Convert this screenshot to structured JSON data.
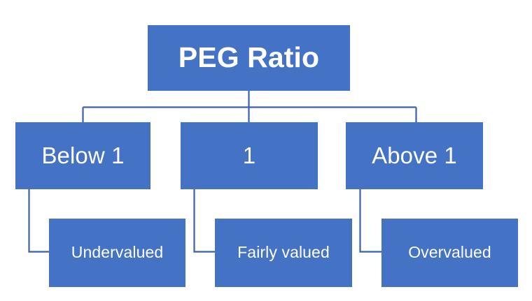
{
  "diagram": {
    "type": "hierarchy-tree",
    "title": "PEG Ratio",
    "colors": {
      "node_fill": "#4472C4",
      "node_text": "#FFFFFF",
      "connector_stroke": "#3B61AD",
      "background": "#FFFFFF"
    },
    "root": {
      "label": "PEG Ratio"
    },
    "branches": [
      {
        "condition_label": "Below 1",
        "outcome_label": "Undervalued"
      },
      {
        "condition_label": "1",
        "outcome_label": "Fairly valued"
      },
      {
        "condition_label": "Above 1",
        "outcome_label": "Overvalued"
      }
    ]
  }
}
